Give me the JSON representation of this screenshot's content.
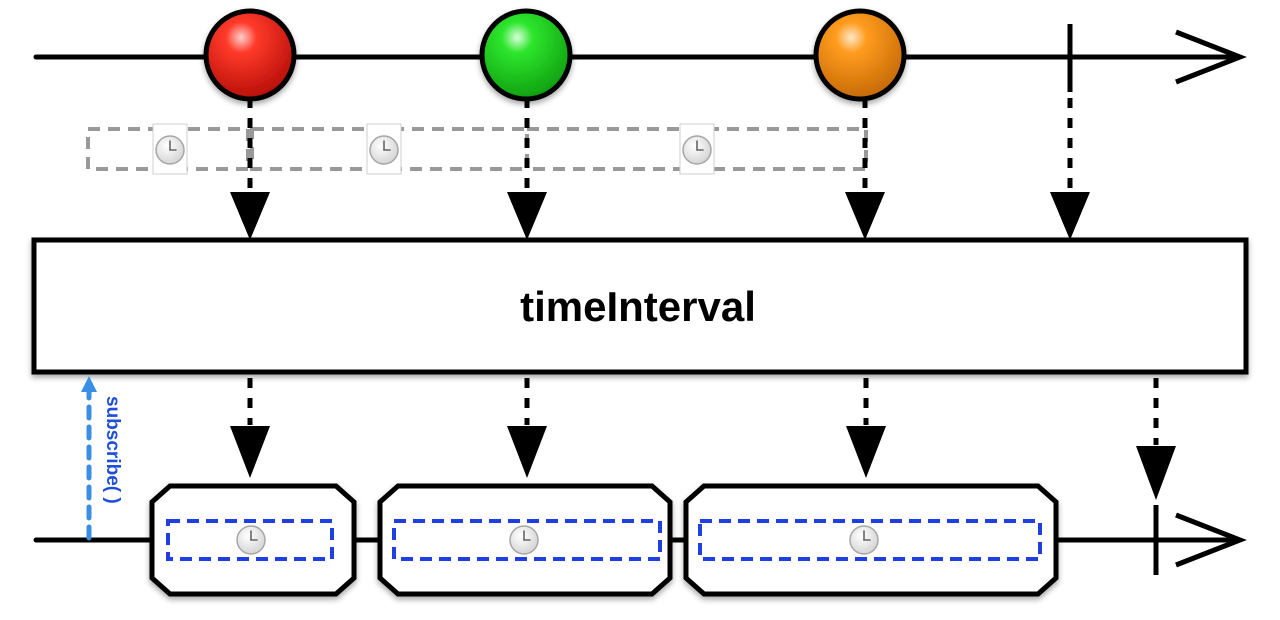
{
  "operator": {
    "name": "timeInterval"
  },
  "subscribe": {
    "label": "subscribe( )"
  },
  "source": {
    "marbles": [
      {
        "name": "red",
        "color": "#e8190e"
      },
      {
        "name": "green",
        "color": "#1fd61f"
      },
      {
        "name": "orange",
        "color": "#f08c10"
      }
    ],
    "completes": true
  },
  "output": {
    "items": [
      {
        "content": "clock-icon"
      },
      {
        "content": "clock-icon"
      },
      {
        "content": "clock-icon"
      }
    ],
    "completes": true
  },
  "icons": {
    "interval": "clock-icon"
  },
  "colors": {
    "line": "#000000",
    "interval_dash": "#999999",
    "output_dash": "#1f3fe0",
    "subscribe": "#3a8ee6"
  }
}
